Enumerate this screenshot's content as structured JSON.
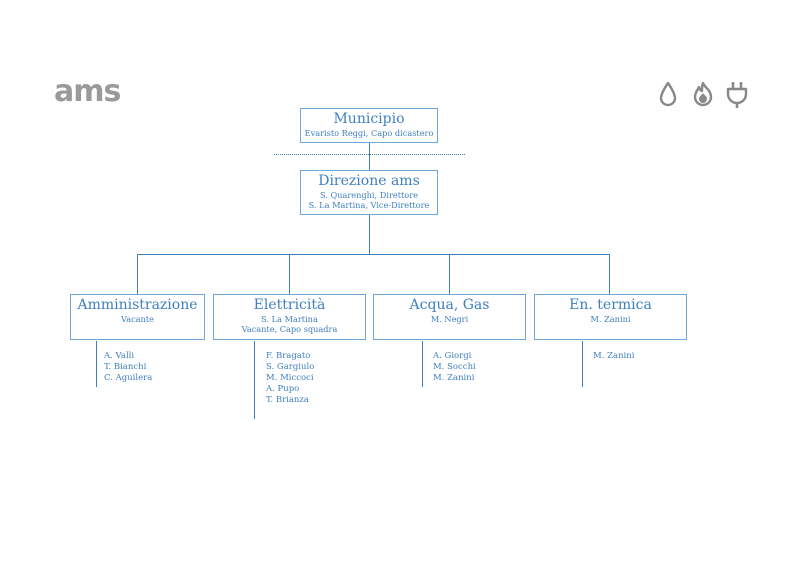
{
  "logo": {
    "text": "ams"
  },
  "icons": [
    "water-drop-icon",
    "flame-icon",
    "electric-plug-icon"
  ],
  "colors": {
    "box_border": "#6fa8d8",
    "text": "#3f7fc0",
    "connector": "#3d7fbf",
    "logo": "#9a9a9a"
  },
  "org": {
    "municipio": {
      "title": "Municipio",
      "lines": [
        "Evaristo Reggi, Capo dicastero"
      ]
    },
    "direzione": {
      "title": "Direzione ams",
      "lines": [
        "S. Quarenghi, Direttore",
        "S. La Martina, Vice-Direttore"
      ]
    },
    "departments": [
      {
        "title": "Amministrazione",
        "lines": [
          "Vacante"
        ],
        "staff": [
          "A. Valli",
          "T. Bianchi",
          "C. Aguilera"
        ]
      },
      {
        "title": "Elettricità",
        "lines": [
          "S. La Martina",
          "Vacante, Capo squadra"
        ],
        "staff": [
          "F. Bragato",
          "S. Gargiulo",
          "M. Miccoci",
          "A. Pupo",
          "T. Brianza"
        ]
      },
      {
        "title": "Acqua, Gas",
        "lines": [
          "M. Negri"
        ],
        "staff": [
          "A. Giorgi",
          "M. Socchi",
          "M. Zanini"
        ]
      },
      {
        "title": "En. termica",
        "lines": [
          "M. Zanini"
        ],
        "staff": [
          "M. Zanini"
        ]
      }
    ]
  }
}
